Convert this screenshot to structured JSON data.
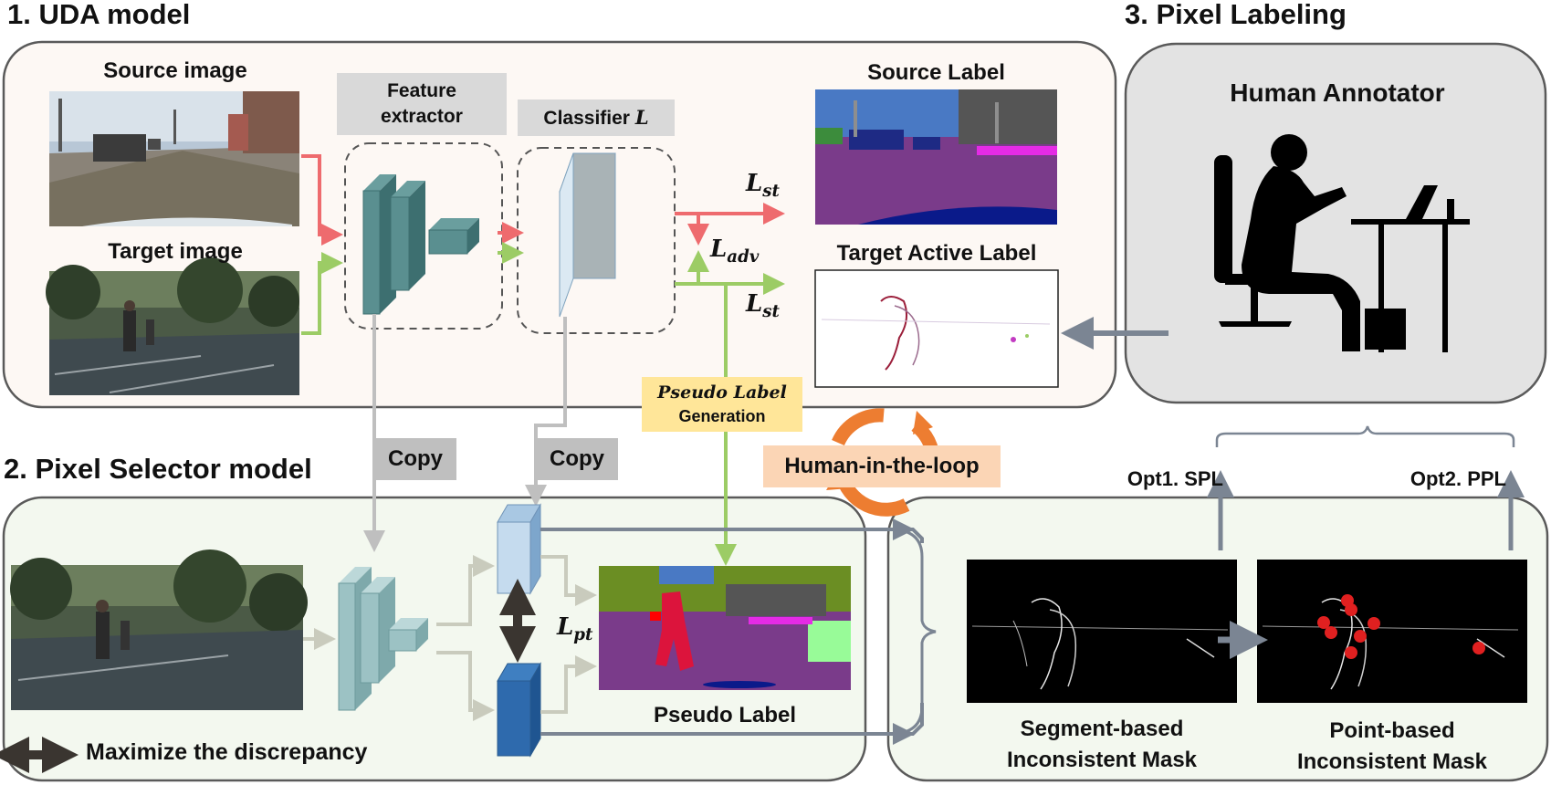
{
  "sections": {
    "uda": "1. UDA model",
    "pixel_selector": "2. Pixel Selector model",
    "pixel_labeling": "3. Pixel Labeling"
  },
  "uda": {
    "source_image": "Source image",
    "target_image": "Target image",
    "feature_extractor_line1": "Feature",
    "feature_extractor_line2": "extractor",
    "classifier": "Classifier",
    "classifier_var": "L",
    "source_label": "Source Label",
    "target_active_label": "Target Active Label",
    "l_st_top": "L",
    "l_st_top_sub": "st",
    "l_adv": "L",
    "l_adv_sub": "adv",
    "l_st_bottom": "L",
    "l_st_bottom_sub": "st"
  },
  "pseudo": {
    "line1": "Pseudo Label",
    "line2": "Generation"
  },
  "copy": {
    "left": "Copy",
    "right": "Copy"
  },
  "selector": {
    "l_pt": "L",
    "l_pt_sub": "pt",
    "pseudo_label": "Pseudo Label",
    "maximize": "Maximize the discrepancy",
    "human_in_loop": "Human-in-the-loop"
  },
  "labeling": {
    "human_annotator": "Human Annotator",
    "opt1": "Opt1. SPL",
    "opt2": "Opt2. PPL",
    "segment_mask_line1": "Segment-based",
    "segment_mask_line2": "Inconsistent Mask",
    "point_mask_line1": "Point-based",
    "point_mask_line2": "Inconsistent Mask"
  },
  "colors": {
    "source_flow": "#ee6b6e",
    "target_flow": "#9ccc65",
    "copy_flow": "#bfbfbf",
    "mask_flow": "#7b8593",
    "uda_panel": "#fdf8f4",
    "selector_panel": "#f3f8ef",
    "labeling_panel": "#e3e3e3",
    "pseudo_box": "#ffe699",
    "hitl_box": "#fbd5b5",
    "hitl_ring": "#ed7d31"
  }
}
